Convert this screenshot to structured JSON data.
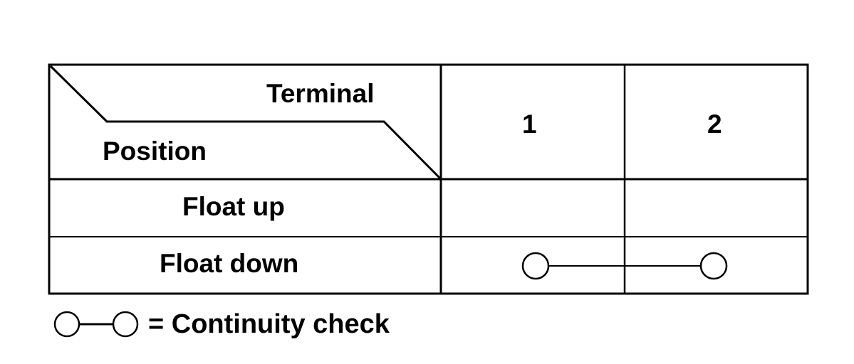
{
  "table": {
    "header": {
      "terminal_label": "Terminal",
      "position_label": "Position",
      "columns": [
        "1",
        "2"
      ]
    },
    "rows": [
      {
        "label": "Float up",
        "continuity": []
      },
      {
        "label": "Float down",
        "continuity": [
          "1",
          "2"
        ]
      }
    ]
  },
  "legend": {
    "text": "= Continuity check"
  }
}
